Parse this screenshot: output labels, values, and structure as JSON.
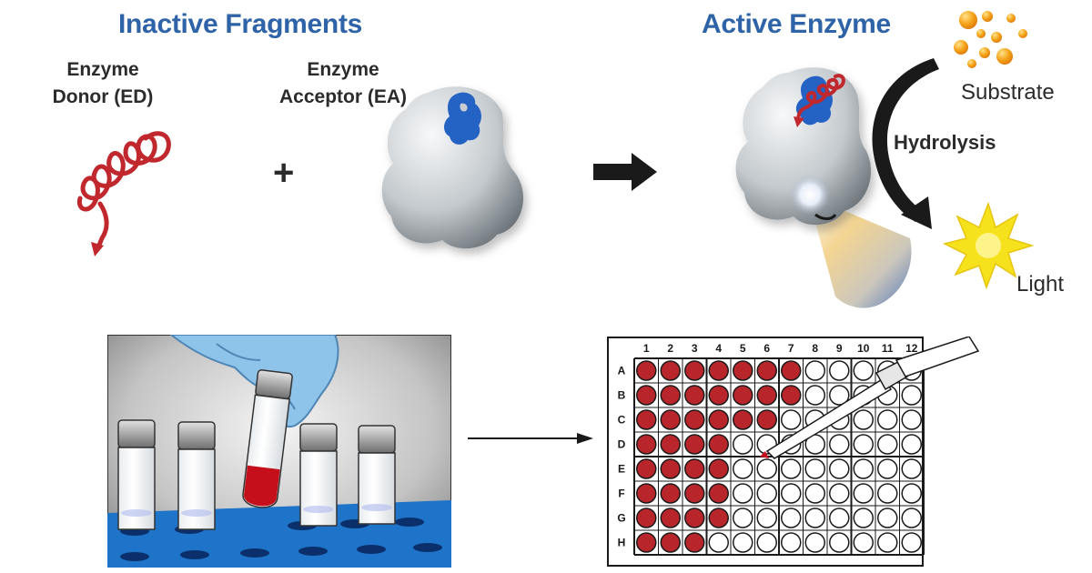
{
  "top": {
    "inactive_heading": "Inactive Fragments",
    "active_heading": "Active Enzyme",
    "donor_label_line1": "Enzyme",
    "donor_label_line2": "Donor (ED)",
    "acceptor_label_line1": "Enzyme",
    "acceptor_label_line2": "Acceptor (EA)",
    "plus_sign": "+",
    "substrate_label": "Substrate",
    "hydrolysis_label": "Hydrolysis",
    "light_label": "Light"
  },
  "plate": {
    "columns": [
      "1",
      "2",
      "3",
      "4",
      "5",
      "6",
      "7",
      "8",
      "9",
      "10",
      "11",
      "12"
    ],
    "rows": [
      "A",
      "B",
      "C",
      "D",
      "E",
      "F",
      "G",
      "H"
    ],
    "filled_counts": [
      7,
      7,
      6,
      4,
      4,
      4,
      4,
      3
    ],
    "filled_color": "#b8262b"
  },
  "colors": {
    "heading_blue": "#2e63a8",
    "ed_red": "#c0282e",
    "tray_blue": "#1e74c8",
    "glove_blue": "#8ec3ea",
    "star_yellow": "#f6e21c",
    "substrate_orange": "#f5a31a"
  }
}
